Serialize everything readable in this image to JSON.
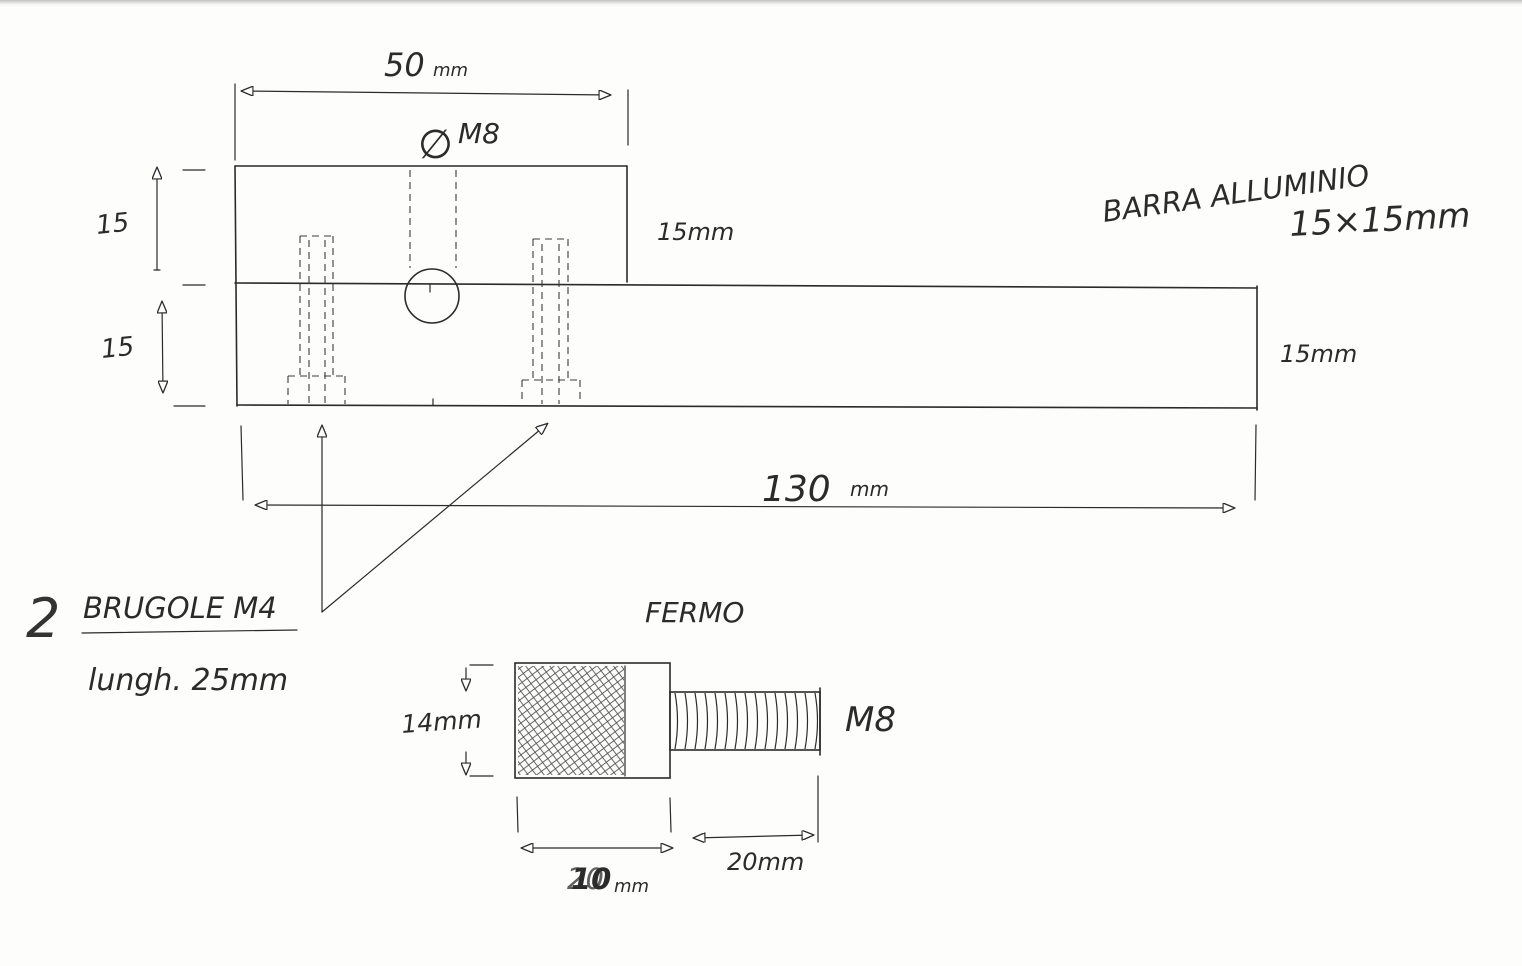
{
  "drawing": {
    "dimensions": {
      "top_width_value": "50",
      "top_width_unit": "mm",
      "hole_symbol": "∅",
      "hole_thread": "M8",
      "upper_block_height": "15",
      "upper_block_height_right": "15mm",
      "lower_bar_height_left": "15",
      "bar_height_right": "15mm",
      "bar_length_value": "130",
      "bar_length_unit": "mm"
    },
    "bar_label": {
      "line1": "BARRA ALLUMINIO",
      "line2": "15×15mm"
    },
    "screws_note": {
      "quantity": "2",
      "name": "BRUGOLE M4",
      "length": "lungh. 25mm"
    }
  },
  "fermo": {
    "title": "FERMO",
    "head_height": "14mm",
    "thread": "M8",
    "head_length_overwritten": "20",
    "head_length_value": "10",
    "head_length_unit": "mm",
    "stud_length": "20mm"
  },
  "colors": {
    "paper": "#fdfdfb",
    "ink": "#2b2b2b"
  }
}
